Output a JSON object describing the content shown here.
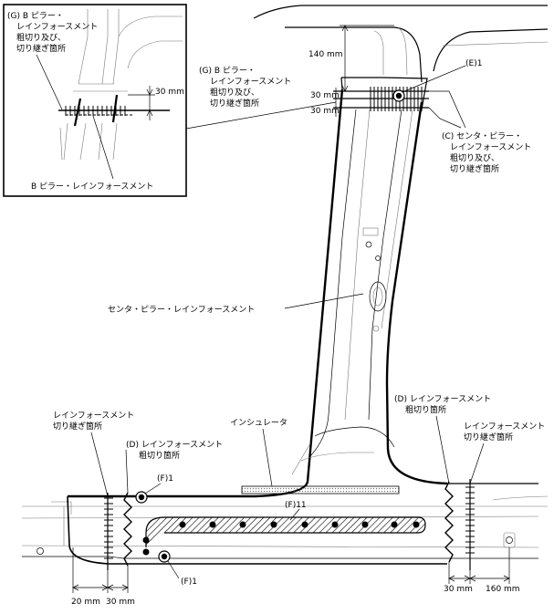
{
  "labels": {
    "inset_label_line1": "(G) B ピラー・",
    "inset_label_line2": "レインフォースメント",
    "inset_label_line3": "粗切り及び、",
    "inset_label_line4": "切り継ぎ箇所",
    "inset_bottom_label": "B ピラー・レインフォースメント",
    "g_label_line1": "(G) B ピラー・",
    "g_label_line2": "レインフォースメント",
    "g_label_line3": "粗切り及び、",
    "g_label_line4": "切り継ぎ箇所",
    "e_label": "(E)1",
    "c_label_line1": "(C) センタ・ピラー・",
    "c_label_line2": "レインフォースメント",
    "c_label_line3": "粗切り及び、",
    "c_label_line4": "切り継ぎ箇所",
    "center_pillar_label": "センタ・ピラー・レインフォースメント",
    "d_right_line1": "(D) レインフォースメント",
    "d_right_line2": "粗切り箇所",
    "rf_right_line1": "レインフォースメント",
    "rf_right_line2": "切り継ぎ箇所",
    "rf_left_line1": "レインフォースメント",
    "rf_left_line2": "切り継ぎ箇所",
    "d_left_line1": "(D) レインフォースメント",
    "d_left_line2": "粗切り箇所",
    "insulator_label": "インシュレータ",
    "f_top_label": "(F)1",
    "f11_label": "(F)11",
    "f_bottom_label": "(F)1"
  },
  "dimensions": {
    "inset_30": "30 mm",
    "dim_140": "140 mm",
    "dim_30_upper": "30 mm",
    "dim_30_lower": "30 mm",
    "bottom_20": "20 mm",
    "bottom_30_left": "30 mm",
    "bottom_30_right": "30 mm",
    "bottom_160": "160 mm"
  }
}
